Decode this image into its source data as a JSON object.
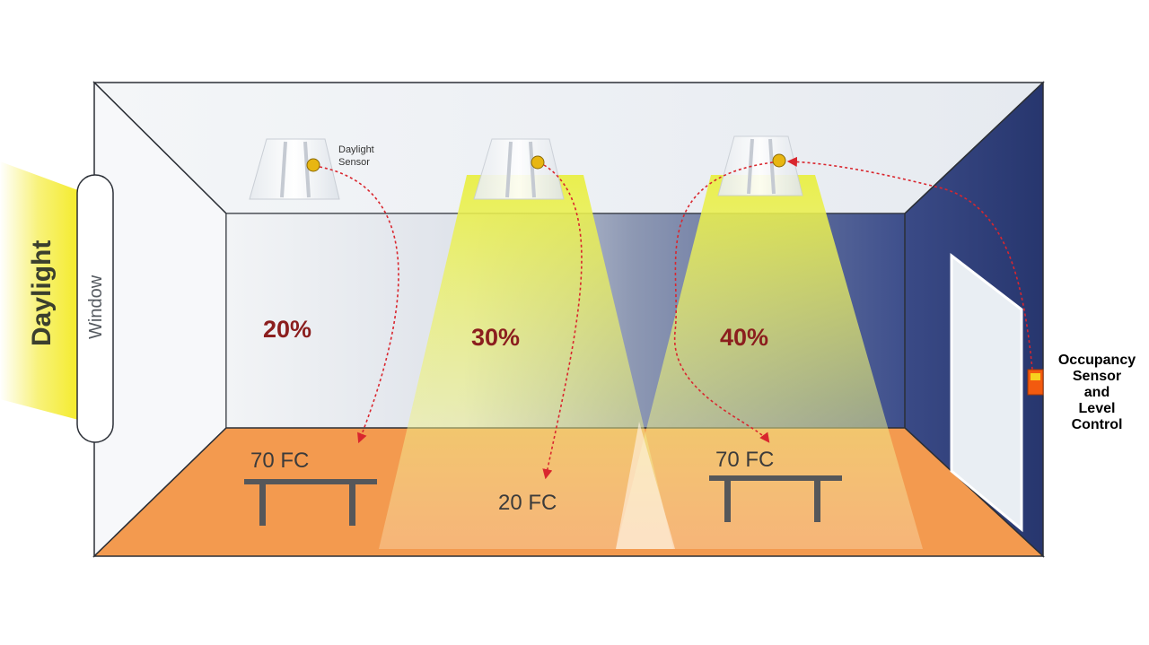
{
  "labels": {
    "daylight": "Daylight",
    "window": "Window",
    "daylight_sensor_line1": "Daylight",
    "daylight_sensor_line2": "Sensor",
    "occupancy_line1": "Occupancy",
    "occupancy_line2": "Sensor",
    "occupancy_line3": "and",
    "occupancy_line4": "Level",
    "occupancy_line5": "Control"
  },
  "zones": [
    {
      "level": "20%",
      "foot_candles": "70 FC"
    },
    {
      "level": "30%",
      "foot_candles": "20 FC"
    },
    {
      "level": "40%",
      "foot_candles": "70 FC"
    }
  ],
  "colors": {
    "daylight": "#f5ee2a",
    "floor": "#f39a4f",
    "back_wall_blue": "#3e4f8c",
    "arrow": "#d9262e",
    "percent_text": "#8b1e1e",
    "sensor": "#e8b612",
    "occupancy_sensor": "#f25a0f"
  }
}
